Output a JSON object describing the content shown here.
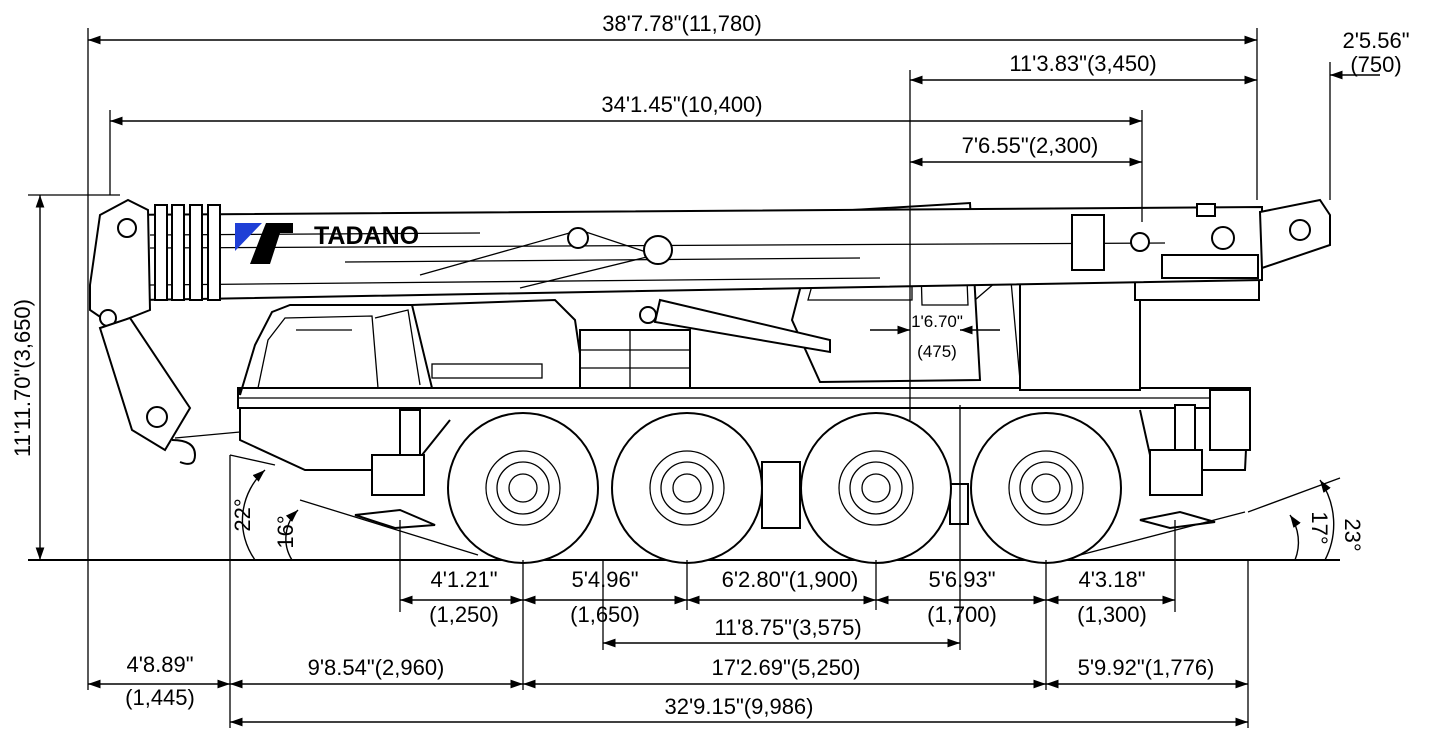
{
  "brand": {
    "name": "TADANO",
    "logo_color": "#1f3fd6"
  },
  "dimensions": {
    "overall_length": "38'7.78\"(11,780)",
    "rear_overhang_imp": "2'5.56\"",
    "rear_overhang_mm": "(750)",
    "rear_to_pin": "11'3.83\"(3,450)",
    "boom_length": "34'1.45\"(10,400)",
    "rear_to_slew": "7'6.55\"(2,300)",
    "overall_height": "11'11.70\"(3,650)",
    "slew_offset_imp": "1'6.70\"",
    "slew_offset_mm": "(475)",
    "axle1_imp": "4'1.21\"",
    "axle1_mm": "(1,250)",
    "axle2_imp": "5'4.96\"",
    "axle2_mm": "(1,650)",
    "axle3": "6'2.80\"(1,900)",
    "axle4_imp": "5'6.93\"",
    "axle4_mm": "(1,700)",
    "axle5_imp": "4'3.18\"",
    "axle5_mm": "(1,300)",
    "middle_span": "11'8.75\"(3,575)",
    "front_overhang_imp": "4'8.89\"",
    "front_overhang_mm": "(1,445)",
    "front_to_axle2": "9'8.54\"(2,960)",
    "wheelbase": "17'2.69\"(5,250)",
    "rear_axle_to_end": "5'9.92\"(1,776)",
    "chassis_length": "32'9.15\"(9,986)"
  },
  "angles": {
    "front_approach": "22°",
    "front_departure": "16°",
    "rear_1": "17°",
    "rear_2": "23°"
  }
}
